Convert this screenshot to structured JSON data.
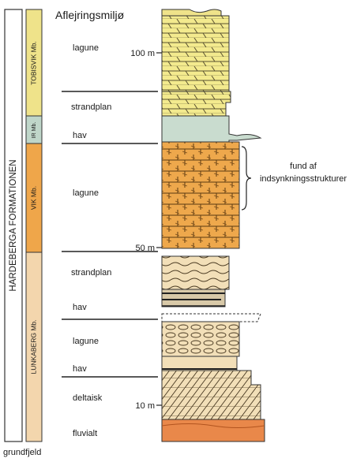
{
  "title": "Aflejringsmiljø",
  "formation": "HARDEBERGA FORMATIONEN",
  "members": [
    {
      "name": "TOBISVIK Mb.",
      "color": "#efe38a"
    },
    {
      "name": "IR Mb.",
      "color": "#bfd6c9"
    },
    {
      "name": "VIK Mb.",
      "color": "#efa64a"
    },
    {
      "name": "LUNKABERG Mb.",
      "color": "#f3d6ad"
    }
  ],
  "basement": "grundfjeld",
  "environments": [
    "lagune",
    "strandplan",
    "hav",
    "lagune",
    "strandplan",
    "hav",
    "lagune",
    "hav",
    "deltaisk",
    "fluvialt"
  ],
  "scale_marks": [
    "100 m",
    "50 m",
    "10 m"
  ],
  "annotation": {
    "line1": "fund af",
    "line2": "indsynkningsstrukturer"
  },
  "colors": {
    "tobisvik": "#f3ea8e",
    "ir": "#c9dccf",
    "vik": "#eea84c",
    "lunkaberg_light": "#f2dfb8",
    "fluvial": "#e9884a",
    "outline": "#333333"
  }
}
